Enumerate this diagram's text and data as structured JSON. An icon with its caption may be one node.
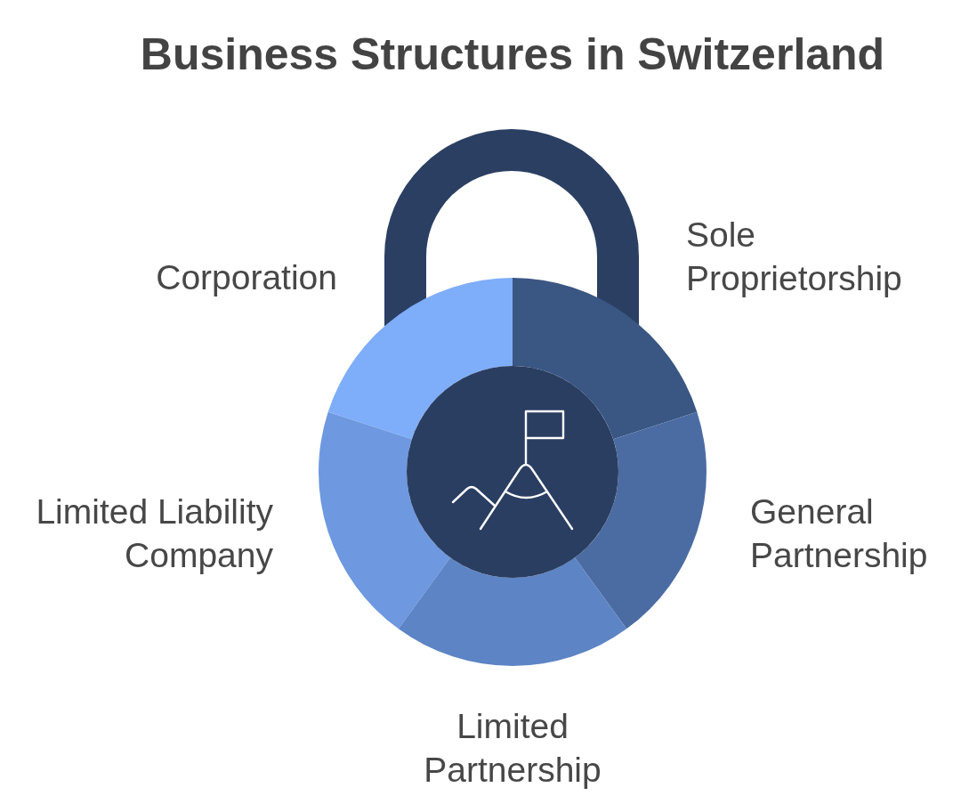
{
  "diagram": {
    "title": "Business Structures in Switzerland",
    "nodes": [
      {
        "text": [],
        "shape": "arch"
      },
      {
        "text": [
          "Corporation"
        ]
      },
      {
        "text": [
          "Sole Proprietorship"
        ]
      },
      {
        "text": [
          "Limited Liability Company"
        ]
      },
      {
        "text": [
          "General Partnership"
        ]
      },
      {
        "text": [
          "Limited Partnership"
        ]
      }
    ]
  }
}
